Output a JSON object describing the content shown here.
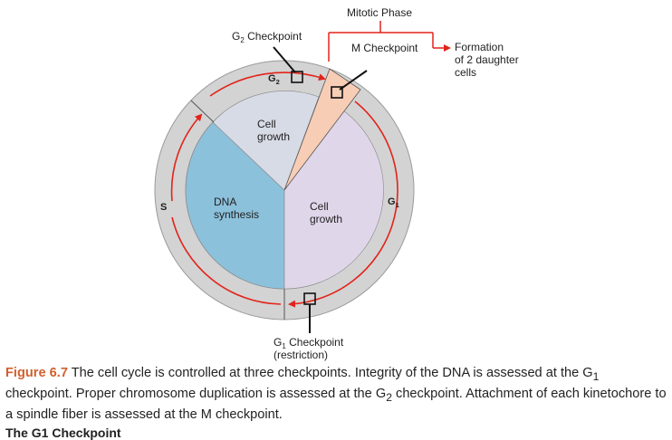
{
  "diagram": {
    "labels": {
      "mitotic_phase": "Mitotic Phase",
      "m_checkpoint": "M Checkpoint",
      "formation_line1": "Formation",
      "formation_line2": "of 2 daughter",
      "formation_line3": "cells",
      "g2_checkpoint_main": "G",
      "g2_checkpoint_sub": "2",
      "g2_checkpoint_rest": " Checkpoint",
      "g1_checkpoint_main": "G",
      "g1_checkpoint_sub": "1",
      "g1_checkpoint_rest": " Checkpoint",
      "g1_checkpoint_note": "(restriction)",
      "ring_g2_main": "G",
      "ring_g2_sub": "2",
      "ring_g1_main": "G",
      "ring_g1_sub": "1",
      "ring_s": "S",
      "cell_growth_top_1": "Cell",
      "cell_growth_top_2": "growth",
      "cell_growth_right_1": "Cell",
      "cell_growth_right_2": "growth",
      "dna_1": "DNA",
      "dna_2": "synthesis"
    },
    "colors": {
      "outer_ring": "#d3d3d3",
      "dna_sector": "#8cc1dc",
      "g1_sector": "#e0d6ea",
      "g2_sector": "#d7dbe6",
      "mitotic_sector": "#f8cdb5",
      "arrow_red": "#e2231a",
      "caption_accent": "#d0602e"
    }
  },
  "caption": {
    "figure_label": "Figure 6.7",
    "text_part1": " The cell cycle is controlled at three checkpoints. Integrity of the DNA is assessed at the G",
    "sub1": "1",
    "text_part2": " checkpoint. Proper chromosome duplication is assessed at the G",
    "sub2": "2",
    "text_part3": " checkpoint. Attachment of each kinetochore to a spindle fiber is assessed at the M checkpoint."
  },
  "next_heading": "The G1 Checkpoint"
}
